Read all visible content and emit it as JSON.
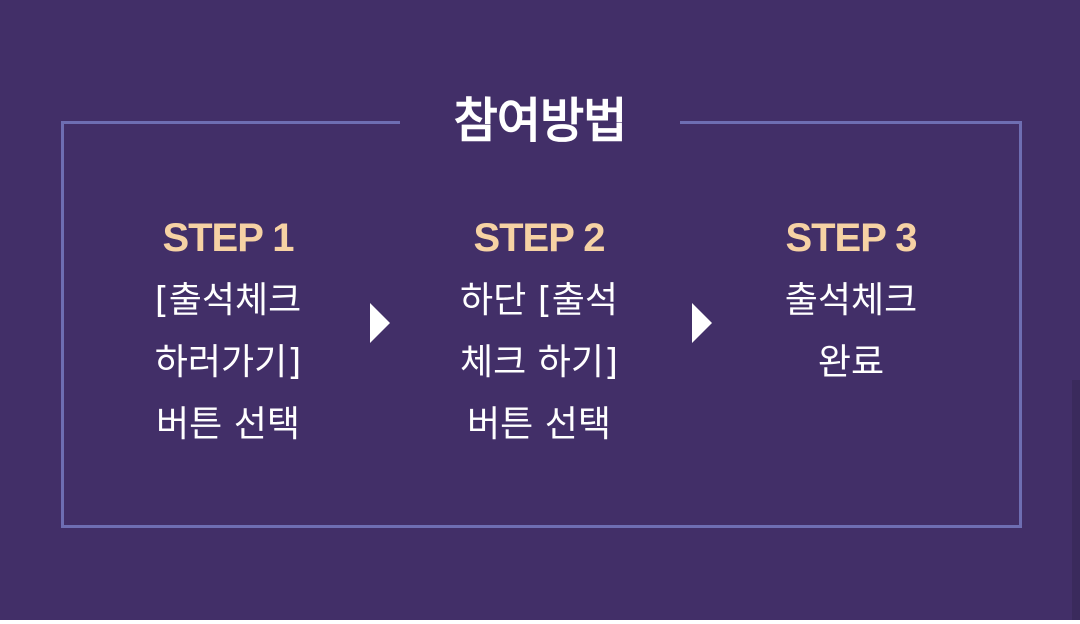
{
  "title": "참여방법",
  "steps": [
    {
      "label": "STEP 1",
      "lines": [
        "[출석체크",
        "하러가기]",
        "버튼 선택"
      ]
    },
    {
      "label": "STEP 2",
      "lines": [
        "하단 [출석",
        "체크 하기]",
        "버튼 선택"
      ]
    },
    {
      "label": "STEP 3",
      "lines": [
        "출석체크",
        "완료"
      ]
    }
  ],
  "arrows": [
    "play-arrow-icon",
    "play-arrow-icon"
  ],
  "colors": {
    "background": "#422f68",
    "frame": "#6e6eb2",
    "step_label": "#f6d2a4",
    "text": "#ffffff"
  }
}
